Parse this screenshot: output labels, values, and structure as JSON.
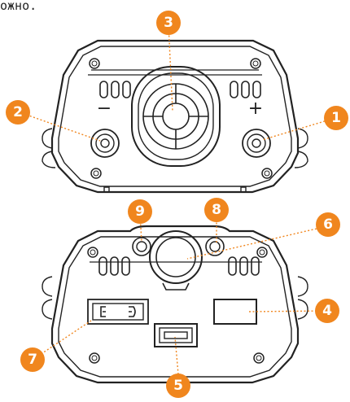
{
  "caption": "ожно.",
  "accent_color": "#F0861E",
  "polarity": {
    "minus": "−",
    "plus": "+"
  },
  "callouts": [
    "1",
    "2",
    "3",
    "4",
    "5",
    "6",
    "7",
    "8",
    "9"
  ]
}
